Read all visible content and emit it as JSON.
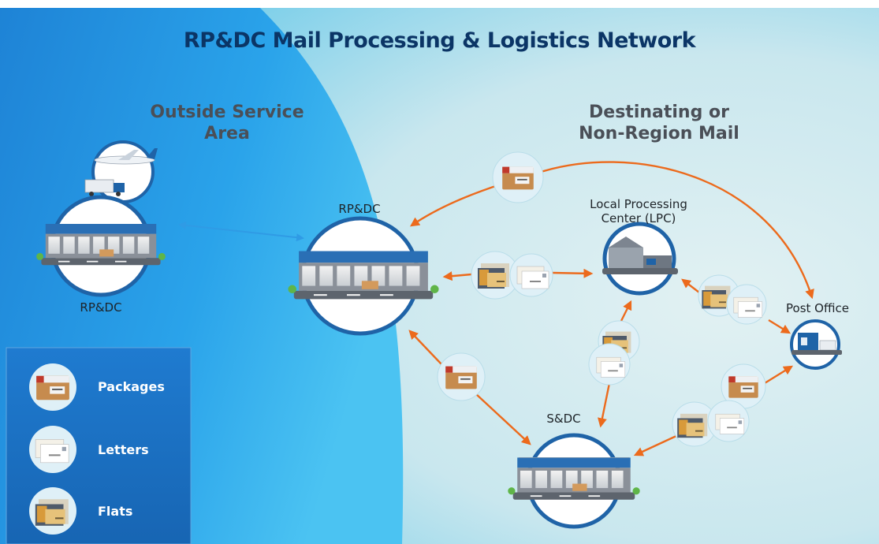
{
  "title": "RP&DC Mail Processing & Logistics Network",
  "regions": {
    "outside": "Outside Service\nArea",
    "destinating": "Destinating or\nNon-Region Mail"
  },
  "nodes": {
    "outside_rpdc": "RP&DC",
    "rpdc": "RP&DC",
    "lpc": "Local Processing\nCenter (LPC)",
    "post_office": "Post Office",
    "sdc": "S&DC"
  },
  "legend": {
    "packages": "Packages",
    "letters": "Letters",
    "flats": "Flats"
  },
  "colors": {
    "title": "#0b3566",
    "outside_area": "#1c8fe0",
    "destinating_area": "#cfe9ef",
    "flow_arrow": "#ec6a1c",
    "exchange_arrow": "#2f9be5",
    "node_ring": "#1f63a7",
    "legend_panel": "#1a72c4"
  },
  "icons": [
    "airplane-icon",
    "truck-icon",
    "building-icon",
    "package-icon",
    "letter-icon",
    "flat-icon"
  ]
}
